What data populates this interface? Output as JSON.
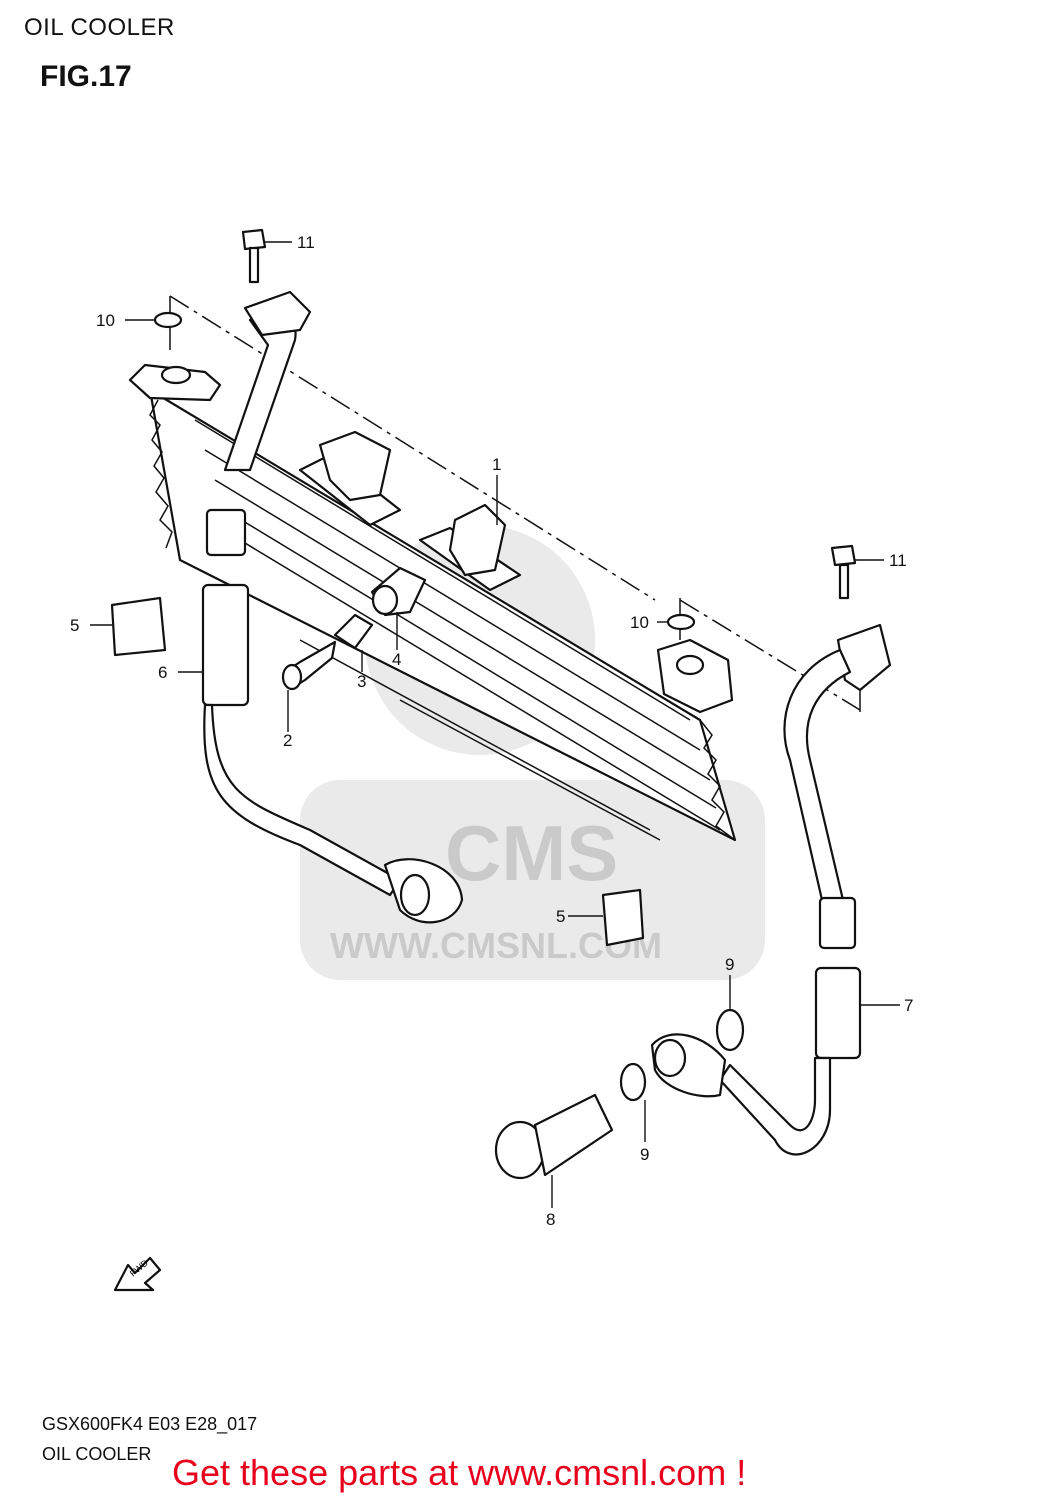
{
  "header": {
    "title": "OIL COOLER",
    "figure": "FIG.17"
  },
  "watermark": {
    "brand": "CMS",
    "url": "WWW.CMSNL.COM"
  },
  "diagram": {
    "arrow_label": "FWD",
    "callouts": [
      "1",
      "2",
      "3",
      "4",
      "5",
      "5",
      "6",
      "7",
      "8",
      "9",
      "9",
      "10",
      "10",
      "11",
      "11"
    ]
  },
  "footer": {
    "code": "GSX600FK4 E03 E28_017",
    "name": "OIL COOLER"
  },
  "cta": {
    "text": "Get these parts at www.cmsnl.com !",
    "color": "#e8001c"
  }
}
